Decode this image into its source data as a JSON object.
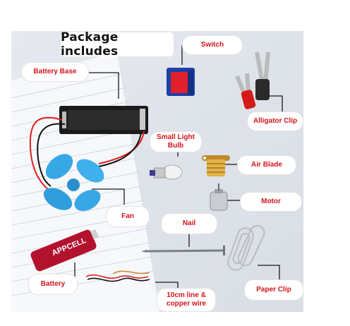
{
  "title": "Package includes",
  "labels": {
    "switch": "Switch",
    "battery_base": "Battery Base",
    "alligator_clip": "Alligator Clip",
    "small_light_bulb_line1": "Small Light",
    "small_light_bulb_line2": "Bulb",
    "air_blade": "Air Blade",
    "motor": "Motor",
    "fan": "Fan",
    "nail": "Nail",
    "battery": "Battery",
    "wire_line1": "10cm line &",
    "wire_line2": "copper wire",
    "paper_clip": "Paper Clip"
  },
  "battery_brand": "APPCELL",
  "colors": {
    "label_text": "#d4141b",
    "leader_line": "#1a1a1a",
    "fan_blue": "#38a7e6",
    "switch_blue": "#1c3fa8",
    "switch_red": "#e0202a"
  }
}
